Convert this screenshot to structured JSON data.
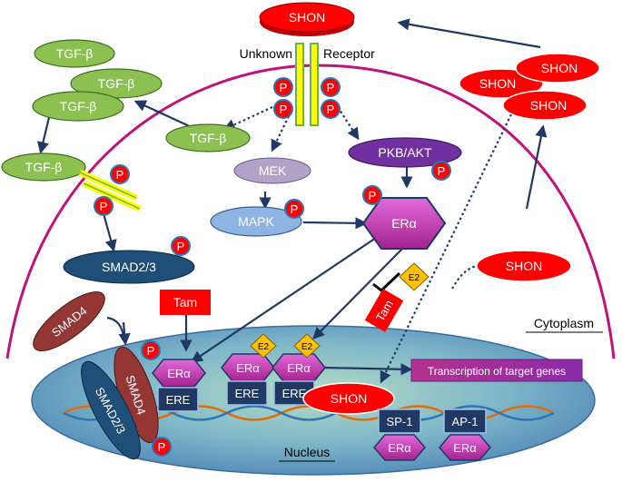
{
  "receptor": {
    "label_left": "Unknown",
    "label_right": "Receptor"
  },
  "shon": {
    "top": "SHON",
    "cyto1": "SHON",
    "cyto2": "SHON",
    "cyto3": "SHON",
    "cyto4": "SHON",
    "nucleus": "SHON"
  },
  "tgf": {
    "l1": "TGF-β",
    "l2": "TGF-β",
    "l3": "TGF-β",
    "l4": "TGF-β",
    "l5": "TGF-β"
  },
  "pathway": {
    "mek": "MEK",
    "mapk": "MAPK",
    "pkb": "PKB/AKT",
    "era_cyto": "ERα",
    "smad23": "SMAD2/3",
    "smad4": "SMAD4",
    "tam1": "Tam",
    "tam2": "Tam",
    "e2_side": "E2"
  },
  "phospho": {
    "p": "P"
  },
  "nucleus": {
    "era1": "ERα",
    "ere1": "ERE",
    "era2": "ERα",
    "ere2": "ERE",
    "era3": "ERα",
    "ere3": "ERE",
    "e2a": "E2",
    "e2b": "E2",
    "transcription": "Transcription of target genes",
    "sp1": "SP-1",
    "ap1": "AP-1",
    "era_sp1": "ERα",
    "era_ap1": "ERα",
    "smad4": "SMAD4",
    "smad23": "SMAD2/3",
    "label": "Nucleus"
  },
  "cytoplasm": {
    "label": "Cytoplasm"
  },
  "colors": {
    "shon": "#ff0000",
    "tgf": "#8cc152",
    "mek": "#b3a2c7",
    "mapk": "#8eb4e3",
    "pkb": "#7030a0",
    "era": "#ff00ff",
    "smad23": "#1f4e79",
    "smad4": "#943634",
    "nucleus": "#6fa8c8",
    "membrane": "#c0127a",
    "dark_blue": "#1f3864"
  }
}
